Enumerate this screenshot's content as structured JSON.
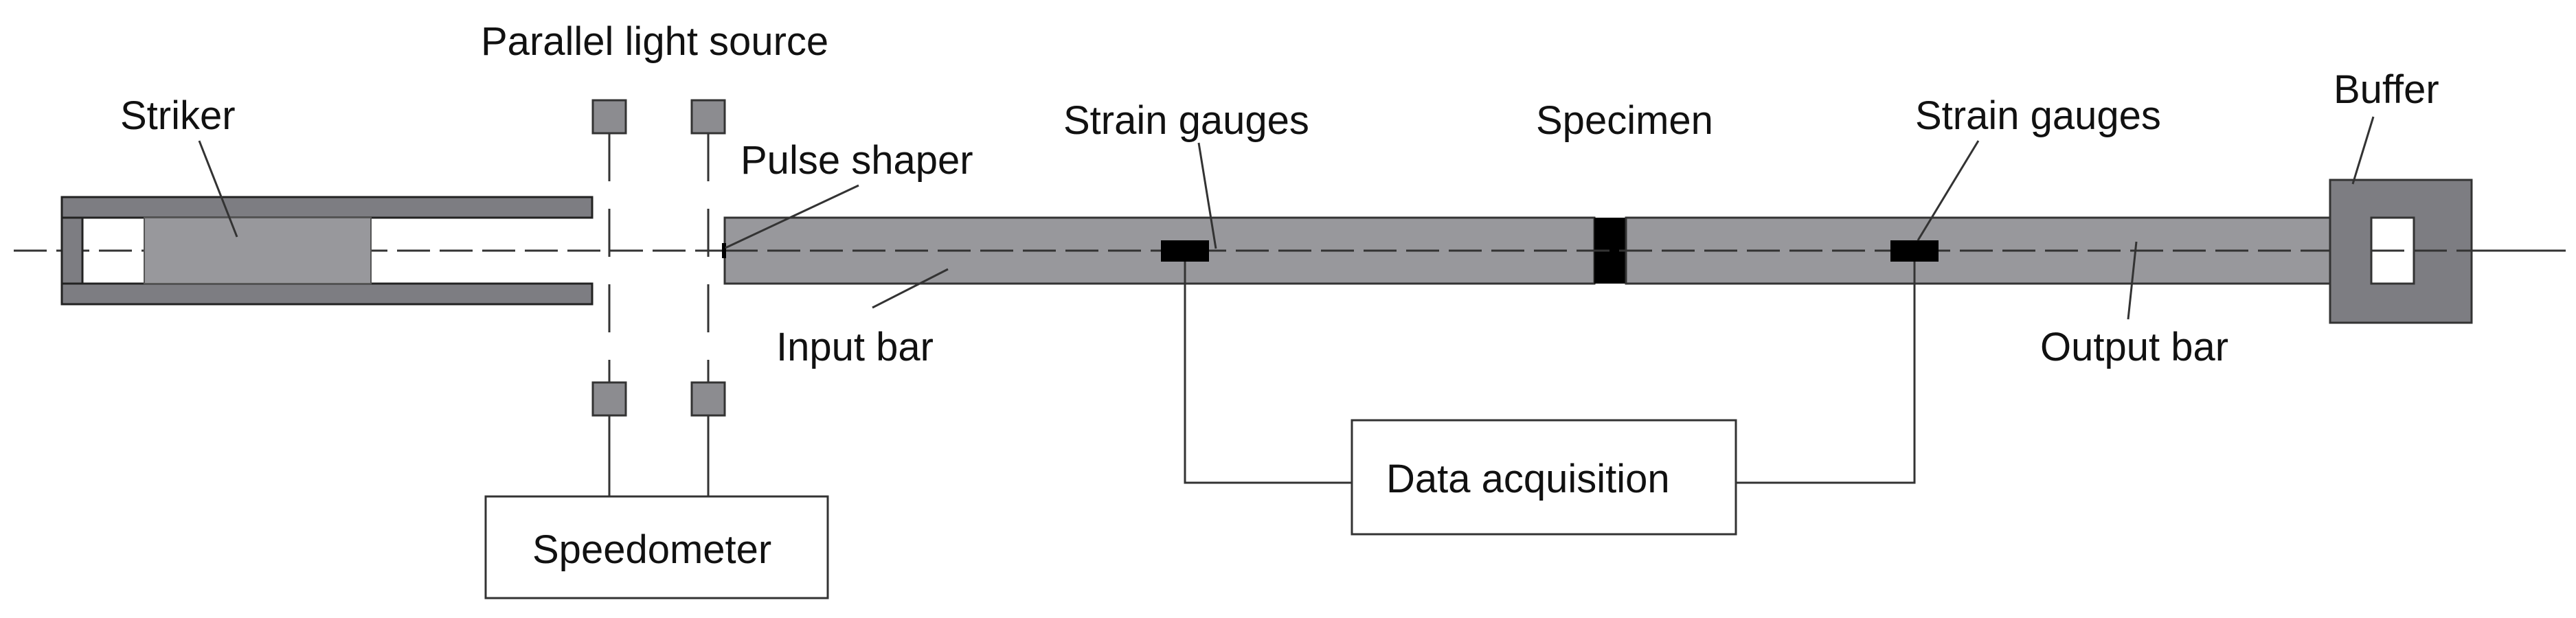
{
  "labels": {
    "light_source": "Parallel light source",
    "striker": "Striker",
    "pulse_shaper": "Pulse shaper",
    "strain_gauges_input": "Strain gauges",
    "specimen": "Specimen",
    "strain_gauges_output": "Strain gauges",
    "buffer": "Buffer",
    "input_bar": "Input bar",
    "output_bar": "Output bar",
    "data_acquisition": "Data acquisition",
    "speedometer": "Speedometer"
  },
  "colors": {
    "bar_fill": "#98989c",
    "tube_fill": "#7d7d82",
    "gauge_fill": "#000000",
    "sensor_fill": "#8c8c90",
    "line": "#333333"
  }
}
